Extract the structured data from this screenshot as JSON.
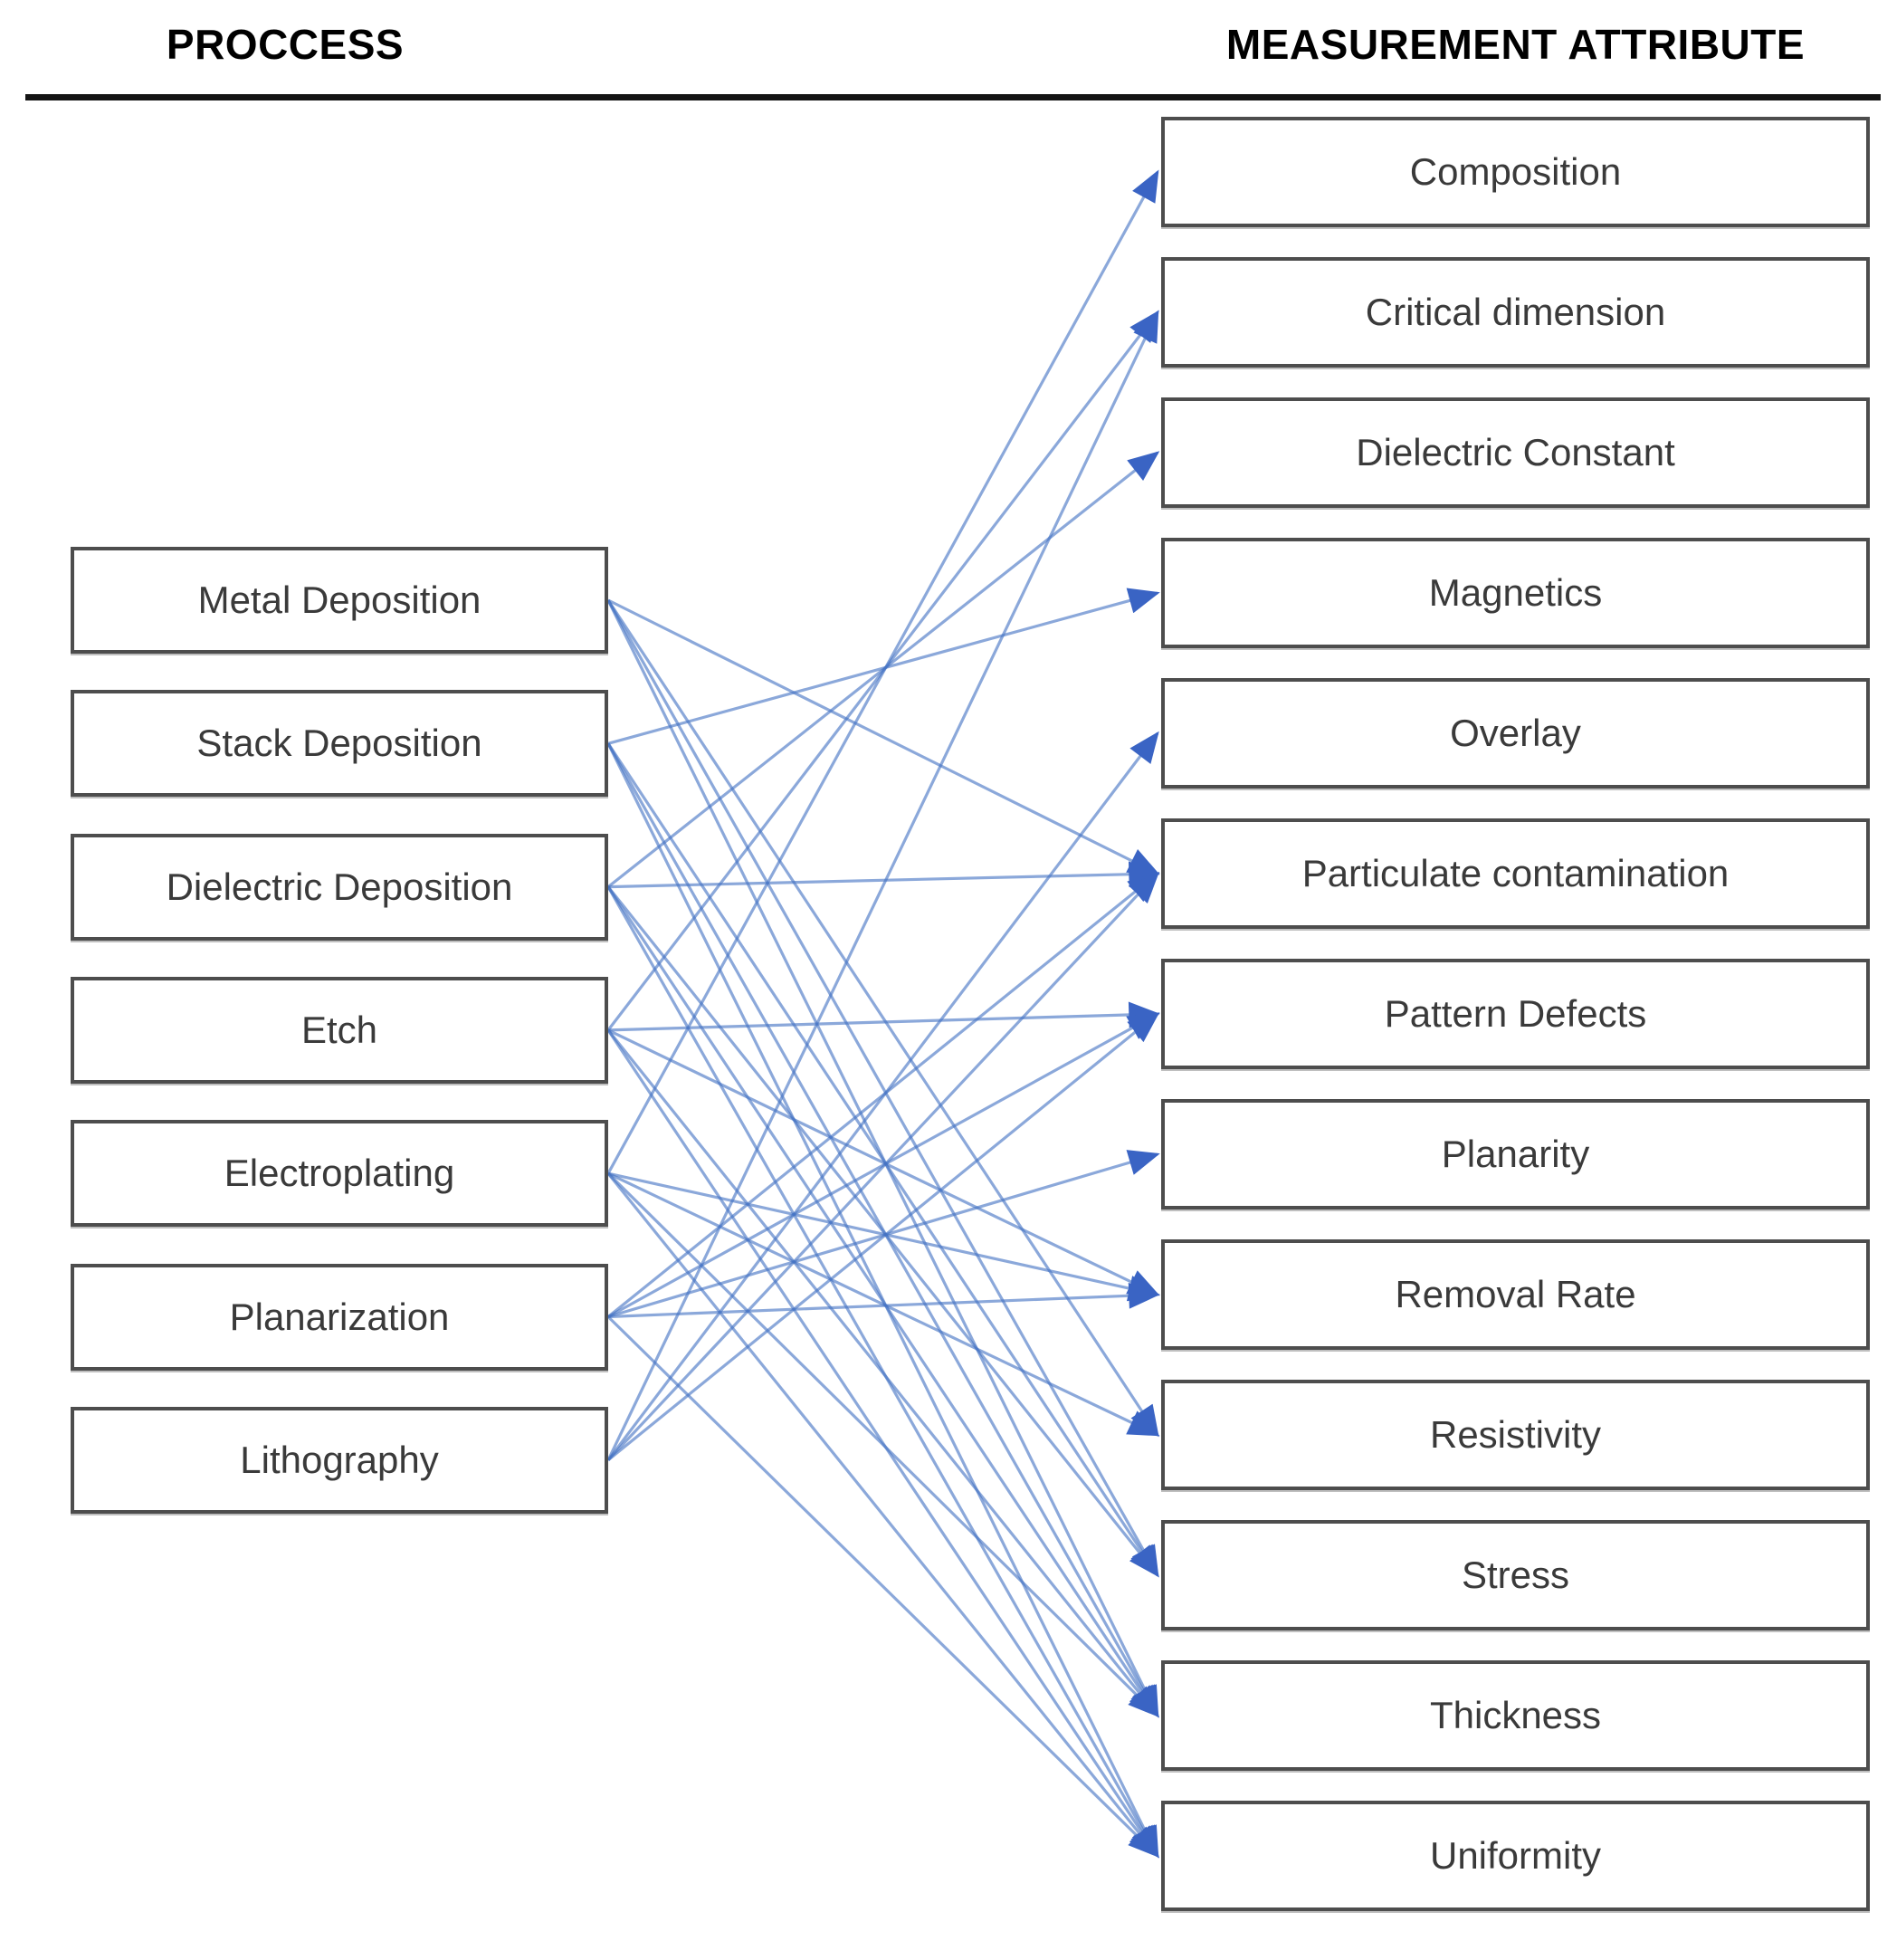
{
  "header": {
    "left": "PROCCESS",
    "right": "MEASUREMENT ATTRIBUTE"
  },
  "processes": [
    "Metal Deposition",
    "Stack Deposition",
    "Dielectric Deposition",
    "Etch",
    "Electroplating",
    "Planarization",
    "Lithography"
  ],
  "attributes": [
    "Composition",
    "Critical dimension",
    "Dielectric Constant",
    "Magnetics",
    "Overlay",
    "Particulate contamination",
    "Pattern Defects",
    "Planarity",
    "Removal Rate",
    "Resistivity",
    "Stress",
    "Thickness",
    "Uniformity"
  ],
  "connections": [
    [
      "Metal Deposition",
      "Particulate contamination"
    ],
    [
      "Metal Deposition",
      "Resistivity"
    ],
    [
      "Metal Deposition",
      "Stress"
    ],
    [
      "Metal Deposition",
      "Thickness"
    ],
    [
      "Stack Deposition",
      "Magnetics"
    ],
    [
      "Stack Deposition",
      "Stress"
    ],
    [
      "Stack Deposition",
      "Thickness"
    ],
    [
      "Stack Deposition",
      "Uniformity"
    ],
    [
      "Dielectric Deposition",
      "Dielectric Constant"
    ],
    [
      "Dielectric Deposition",
      "Particulate contamination"
    ],
    [
      "Dielectric Deposition",
      "Stress"
    ],
    [
      "Dielectric Deposition",
      "Thickness"
    ],
    [
      "Dielectric Deposition",
      "Uniformity"
    ],
    [
      "Etch",
      "Critical dimension"
    ],
    [
      "Etch",
      "Pattern Defects"
    ],
    [
      "Etch",
      "Removal Rate"
    ],
    [
      "Etch",
      "Thickness"
    ],
    [
      "Etch",
      "Uniformity"
    ],
    [
      "Electroplating",
      "Composition"
    ],
    [
      "Electroplating",
      "Removal Rate"
    ],
    [
      "Electroplating",
      "Resistivity"
    ],
    [
      "Electroplating",
      "Thickness"
    ],
    [
      "Electroplating",
      "Uniformity"
    ],
    [
      "Planarization",
      "Particulate contamination"
    ],
    [
      "Planarization",
      "Pattern Defects"
    ],
    [
      "Planarization",
      "Planarity"
    ],
    [
      "Planarization",
      "Removal Rate"
    ],
    [
      "Planarization",
      "Uniformity"
    ],
    [
      "Lithography",
      "Critical dimension"
    ],
    [
      "Lithography",
      "Overlay"
    ],
    [
      "Lithography",
      "Particulate contamination"
    ],
    [
      "Lithography",
      "Pattern Defects"
    ]
  ],
  "colors": {
    "line": "#4472C4",
    "arrowhead": "#3A64C4",
    "box_border": "#4d4d4d",
    "box_text": "#3a3a3a",
    "header_text": "#000000",
    "rule": "#141414"
  }
}
